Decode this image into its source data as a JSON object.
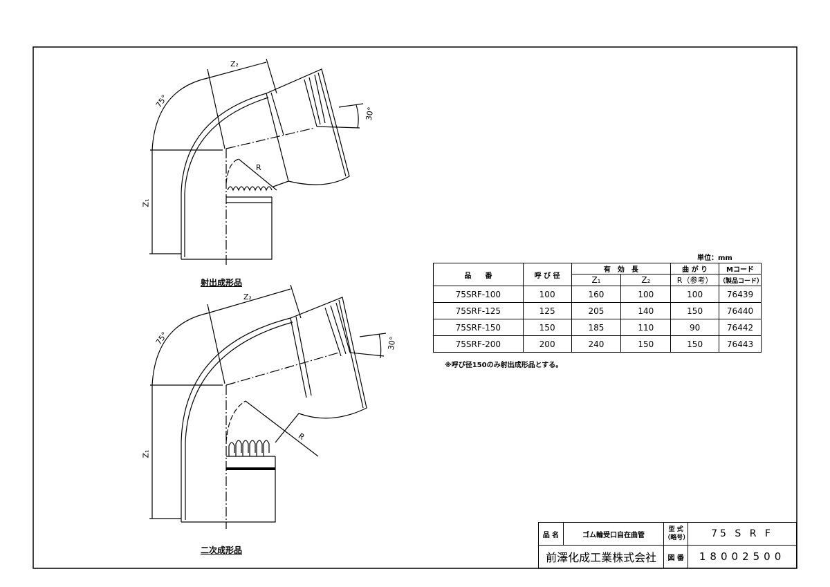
{
  "drawings": [
    {
      "caption": "射出成形品",
      "angle": "75°",
      "z1": "Z₁",
      "z2": "Z₂",
      "radius": "R",
      "socket_angle": "30°"
    },
    {
      "caption": "二次成形品",
      "angle": "75°",
      "z1": "Z₁",
      "z2": "Z₂",
      "radius": "R",
      "socket_angle": "30°"
    }
  ],
  "spec_table": {
    "unit": "単位：mm",
    "headers": {
      "part_no": "品　　番",
      "nominal": "呼 び 径",
      "effective_length": "有　効　長",
      "z1": "Z₁",
      "z2": "Z₂",
      "bend": "曲 が り",
      "bend_sub": "R（参考）",
      "mcode": "Mコード",
      "mcode_sub": "（製品コード）"
    },
    "rows": [
      {
        "part_no": "75SRF-100",
        "nominal": "100",
        "z1": "160",
        "z2": "100",
        "r": "100",
        "mcode": "76439"
      },
      {
        "part_no": "75SRF-125",
        "nominal": "125",
        "z1": "205",
        "z2": "140",
        "r": "150",
        "mcode": "76440"
      },
      {
        "part_no": "75SRF-150",
        "nominal": "150",
        "z1": "185",
        "z2": "110",
        "r": "90",
        "mcode": "76442"
      },
      {
        "part_no": "75SRF-200",
        "nominal": "200",
        "z1": "240",
        "z2": "150",
        "r": "150",
        "mcode": "76443"
      }
    ],
    "note": "※呼び径150のみ射出成形品とする。"
  },
  "title_block": {
    "name_label": "品 名",
    "name_value": "ゴム輪受口自在曲管",
    "model_label_1": "型 式",
    "model_label_2": "（略号）",
    "model_value": "75 S R F",
    "company": "前澤化成工業株式会社",
    "drawing_no_label": "図 番",
    "drawing_no": "18002500"
  }
}
